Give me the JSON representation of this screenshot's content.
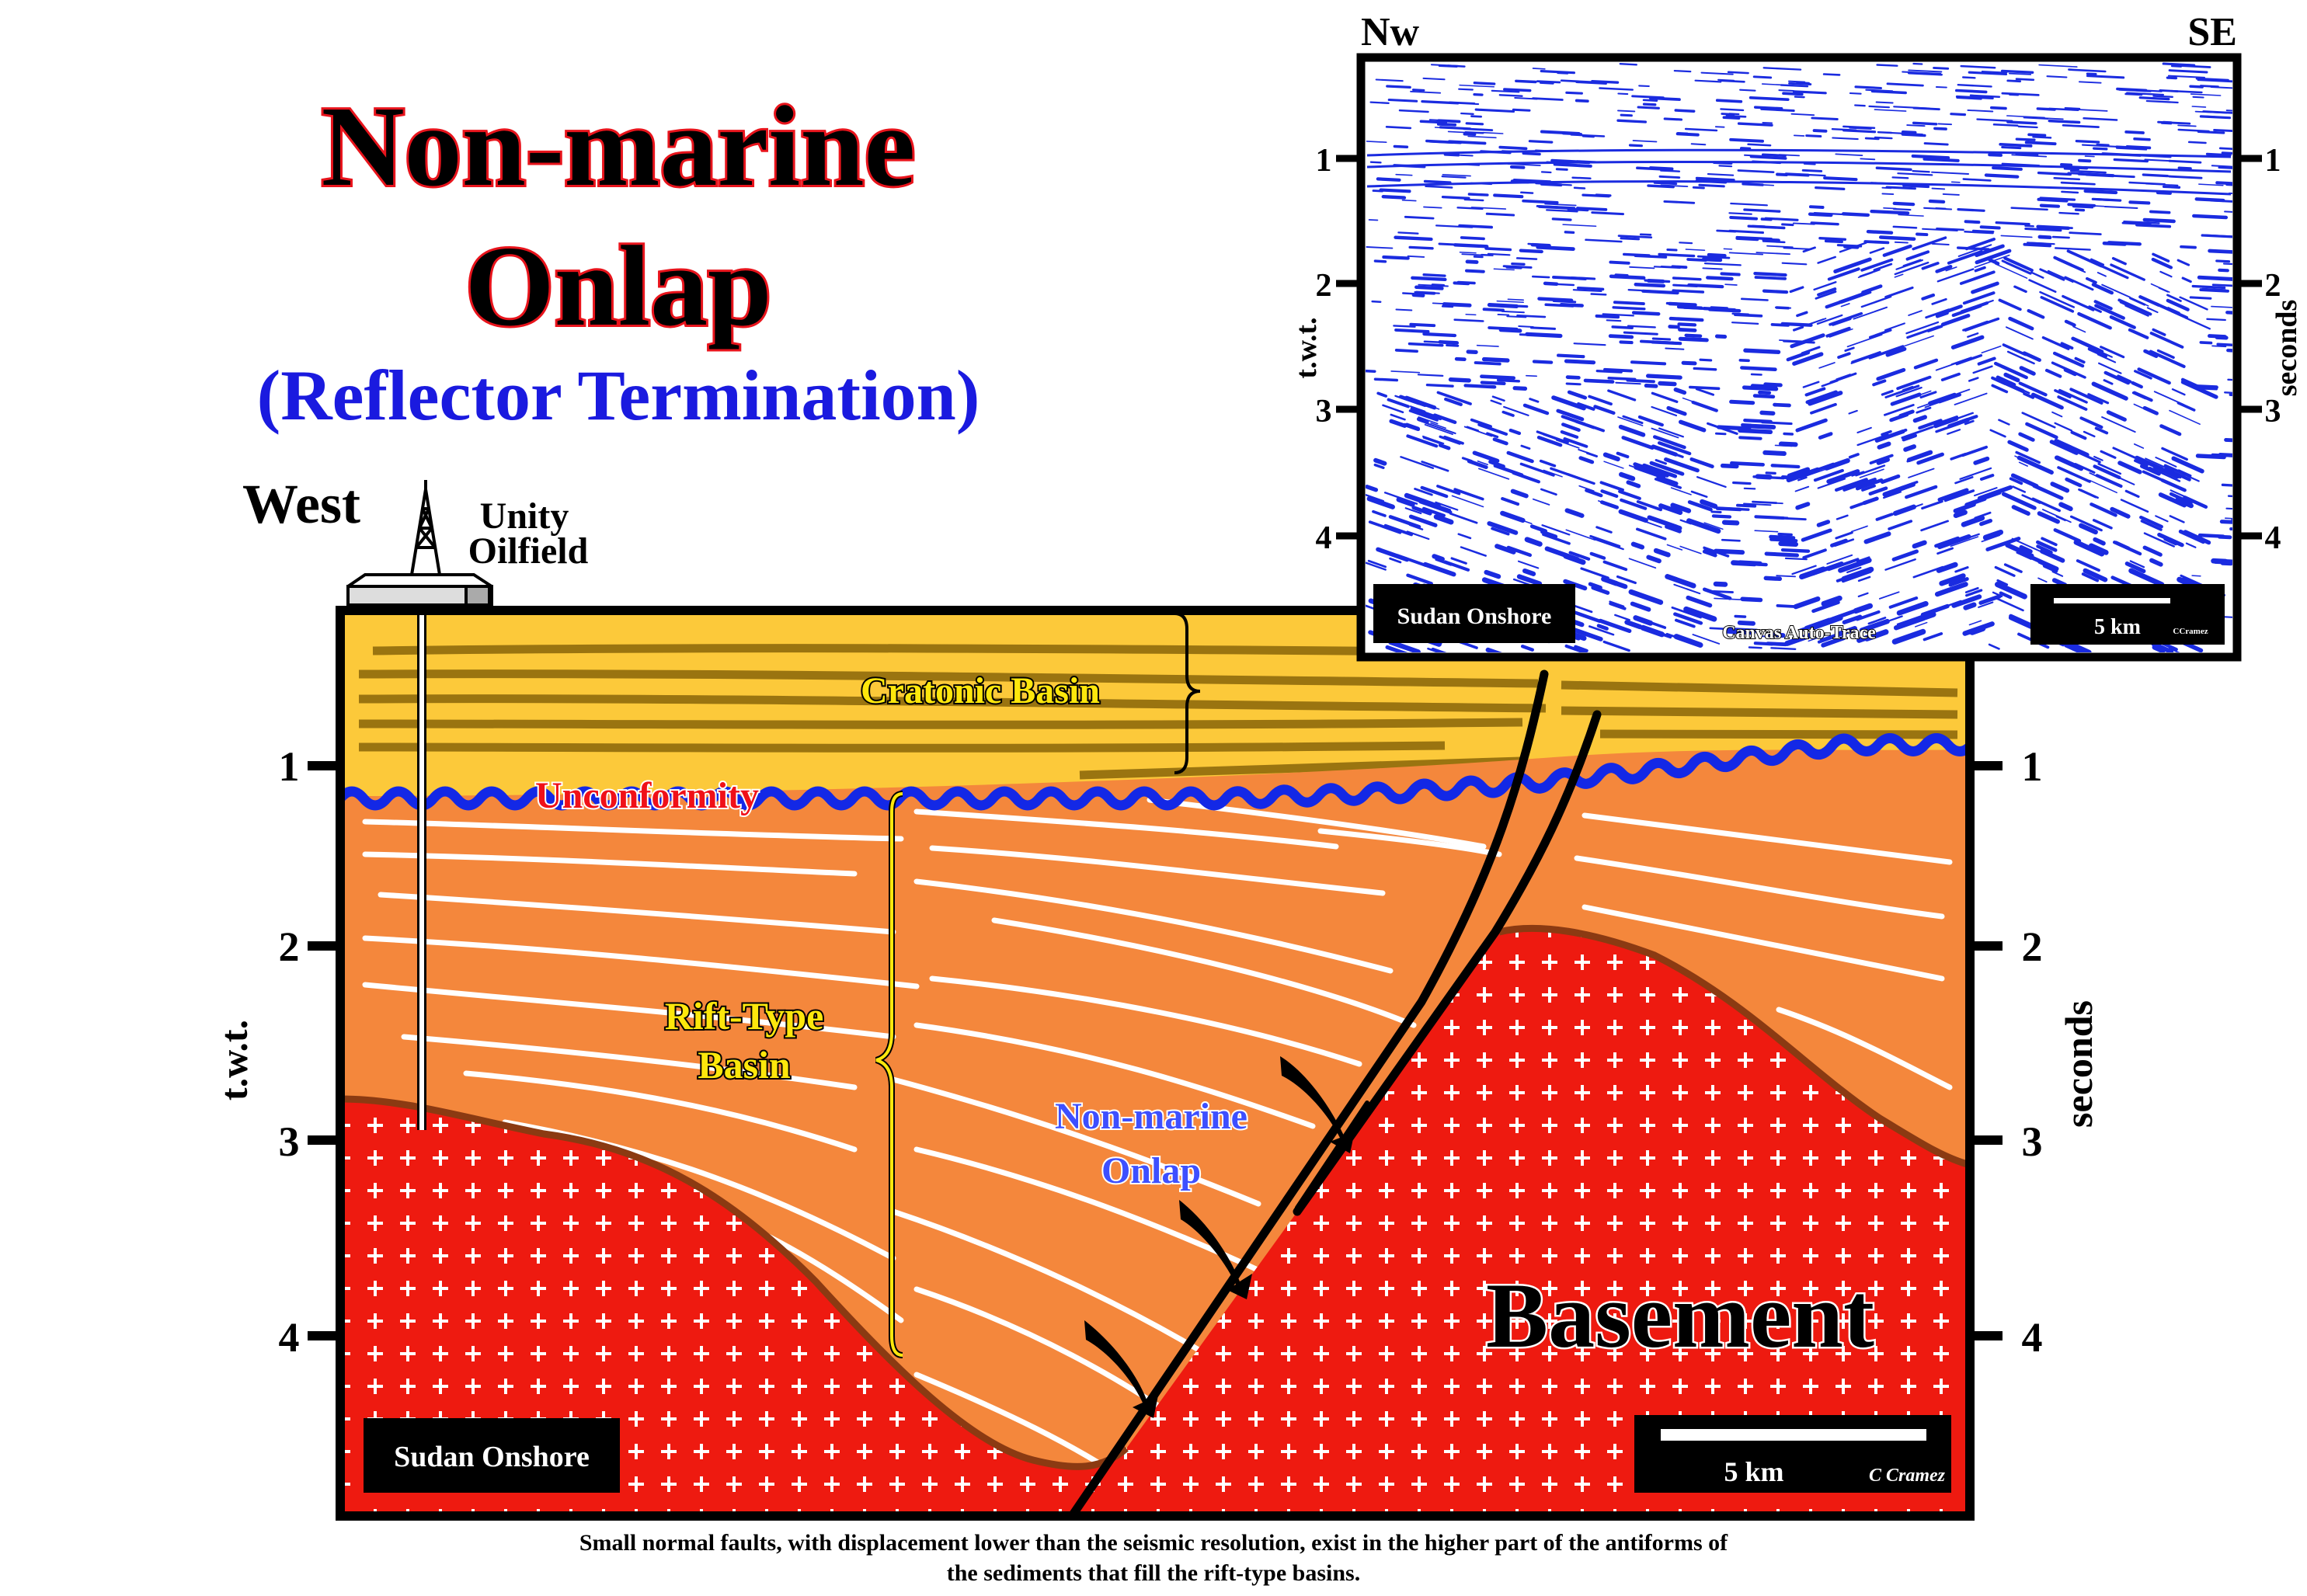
{
  "title": {
    "line1": "Non-marine",
    "line2": "Onlap",
    "subtitle": "(Reflector Termination)"
  },
  "main_section": {
    "west_label": "West",
    "oilfield_line1": "Unity",
    "oilfield_line2": "Oilfield",
    "left_axis_title": "t.w.t.",
    "right_axis_title": "seconds",
    "ticks": [
      "1",
      "2",
      "3",
      "4"
    ],
    "labels": {
      "cratonic_basin": "Cratonic Basin",
      "unconformity": "Unconformity",
      "rift_line1": "Rift-Type",
      "rift_line2": "Basin",
      "onlap_line1": "Non-marine",
      "onlap_line2": "Onlap",
      "basement": "Basement"
    },
    "location_box": "Sudan Onshore",
    "scale_label": "5 km",
    "credit": "C Cramez"
  },
  "inset_section": {
    "left_corner": "Nw",
    "right_corner": "SE",
    "left_axis_title": "t.w.t.",
    "right_axis_title": "seconds",
    "ticks": [
      "1",
      "2",
      "3",
      "4"
    ],
    "location_box": "Sudan Onshore",
    "trace_note": "Canvas Auto-Trace",
    "scale_label": "5 km",
    "credit": "CCramez"
  },
  "caption": {
    "line1": "Small normal faults, with displacement lower than the seismic resolution, exist in the higher part of the antiforms of",
    "line2": "the sediments that fill the rift-type basins."
  },
  "colors": {
    "title_fill": "#000000",
    "title_outline": "#e8141c",
    "subtitle": "#1a1adf",
    "cratonic": "#fcc93a",
    "cratonic_lines": "#9a7410",
    "rift_fill": "#f4873c",
    "basement": "#ee1a10",
    "unconformity": "#1328e6",
    "seismic": "#1a2be0"
  }
}
